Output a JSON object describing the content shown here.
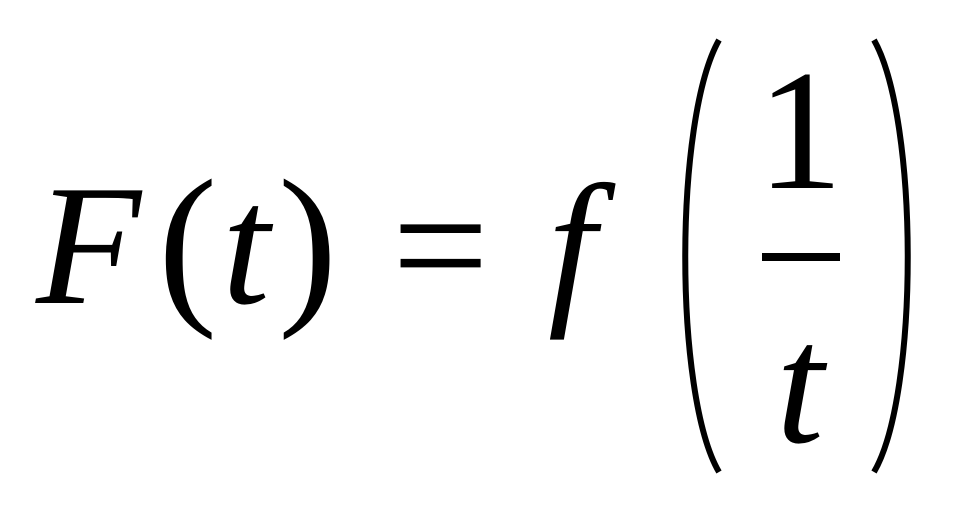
{
  "formula": {
    "lhs_function": "F",
    "lhs_open_paren": "(",
    "lhs_variable": "t",
    "lhs_close_paren": ")",
    "equals": "=",
    "rhs_function": "f",
    "fraction": {
      "numerator": "1",
      "denominator": "t"
    }
  },
  "colors": {
    "ink": "#000000",
    "background": "#ffffff"
  }
}
